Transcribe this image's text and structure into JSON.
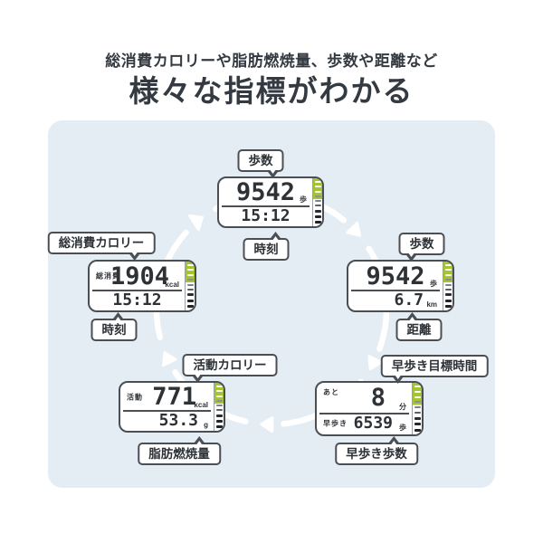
{
  "header": {
    "subtitle": "総消費カロリーや脂肪燃焼量、歩数や距離など",
    "title": "様々な指標がわかる"
  },
  "displays": [
    {
      "name": "steps-clock",
      "label_top": "歩数",
      "label_bottom": "時刻",
      "rows": [
        {
          "label": "",
          "value": "9542",
          "unit": "歩"
        },
        {
          "label": "",
          "value": "15:12",
          "unit": ""
        }
      ]
    },
    {
      "name": "steps-distance",
      "label_top": "歩数",
      "label_bottom": "距離",
      "rows": [
        {
          "label": "",
          "value": "9542",
          "unit": "歩"
        },
        {
          "label": "",
          "value": "6.7",
          "unit": "km"
        }
      ]
    },
    {
      "name": "brisk-walk",
      "label_top": "早歩き目標時間",
      "label_bottom": "早歩き歩数",
      "rows": [
        {
          "label": "あと",
          "value": "8",
          "unit": "分"
        },
        {
          "label": "早歩き",
          "value": "6539",
          "unit": "歩"
        }
      ]
    },
    {
      "name": "activity-calories",
      "label_top": "活動カロリー",
      "label_bottom": "脂肪燃焼量",
      "rows": [
        {
          "label": "活動",
          "value": "771",
          "unit": "kcal"
        },
        {
          "label": "",
          "value": "53.3",
          "unit": "g"
        }
      ]
    },
    {
      "name": "total-calories",
      "label_top": "総消費カロリー",
      "label_bottom": "時刻",
      "rows": [
        {
          "label": "総消費",
          "value": "1904",
          "unit": "kcal"
        },
        {
          "label": "",
          "value": "15:12",
          "unit": ""
        }
      ]
    }
  ],
  "colors": {
    "panel_bg": "#e4ecf4",
    "gauge_green": "#a5c530",
    "lcd_text": "#2e3236",
    "display_border": "#4b4f54",
    "arrow": "#ffffff",
    "heading_text": "#343a41"
  }
}
